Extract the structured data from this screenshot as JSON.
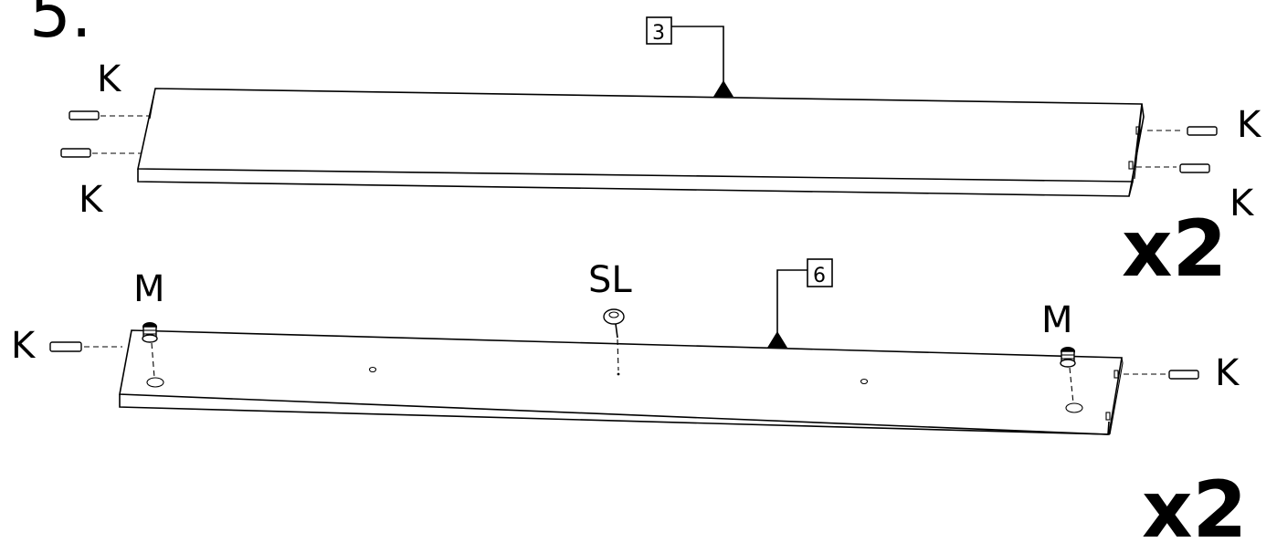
{
  "step_number": "5.",
  "upper_assembly": {
    "part_callout": "3",
    "dowel_labels": {
      "top_left": "K",
      "bottom_left": "K",
      "top_right": "K",
      "bottom_right": "K"
    },
    "quantity": "x2"
  },
  "lower_assembly": {
    "part_callout": "6",
    "cam_labels": {
      "left": "M",
      "right": "M"
    },
    "screw_label": "SL",
    "dowel_labels": {
      "left": "K",
      "right": "K"
    },
    "quantity": "x2"
  }
}
